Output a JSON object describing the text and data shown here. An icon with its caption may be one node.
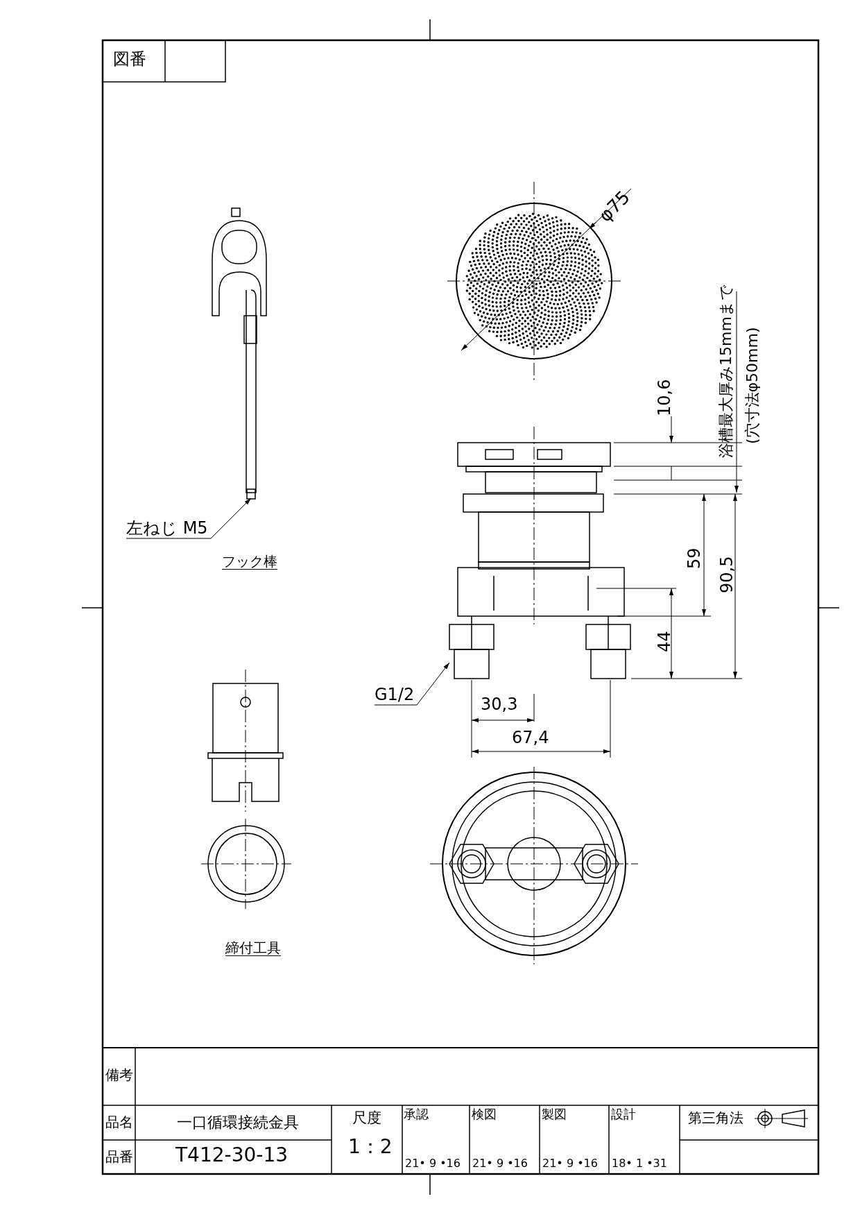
{
  "diagram": {
    "nodes": [
      {
        "text": [
          "左ねじ M5"
        ]
      },
      {
        "text": [],
        "shape": "picture"
      },
      {
        "text": [
          "G1/2"
        ]
      },
      {
        "text": [],
        "shape": "picture"
      }
    ],
    "edges": [
      {
        "from": 0,
        "to": 1,
        "arrow": "to"
      },
      {
        "from": 2,
        "to": 3,
        "arrow": "to"
      }
    ],
    "labels": [
      "図番",
      "φ75",
      "浴槽最大厚み15mmまで",
      "(穴寸法φ50mm)",
      "10,6",
      "59",
      "90,5",
      "44",
      "30,3",
      "67,4",
      "フック棒",
      "締付工具",
      "備考",
      "品名",
      "一口循環接続金具",
      "尺度",
      "承認",
      "検図",
      "製図",
      "設計",
      "第三角法",
      "品番",
      "T412-30-13",
      "1：2",
      "21• 9 •16",
      "21• 9 •16",
      "21• 9 •16",
      "18• 1 •31"
    ]
  }
}
